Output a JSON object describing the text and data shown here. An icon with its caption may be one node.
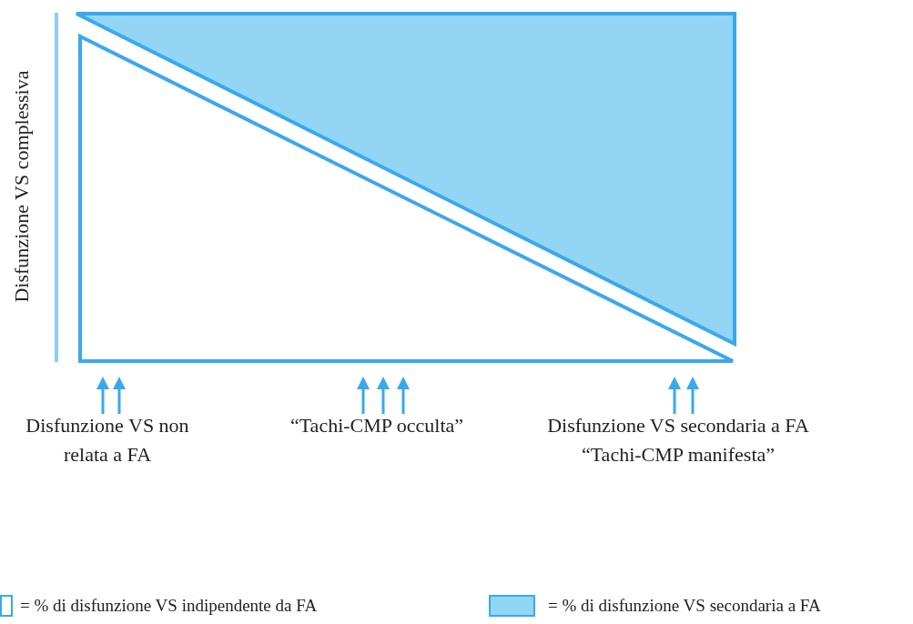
{
  "diagram": {
    "labels": [
      "Disfunzione VS complessiva",
      "Disfunzione VS non relata a FA",
      "“Tachi-CMP occulta”",
      "Disfunzione VS secondaria a FA “Tachi-CMP manifesta”"
    ],
    "legend": [
      {
        "text": "= % di disfunzione VS indipendente da FA",
        "color": "#ffffff"
      },
      {
        "text": "= % di disfunzione VS secondaria a FA",
        "color": "#93d5f5"
      }
    ]
  }
}
